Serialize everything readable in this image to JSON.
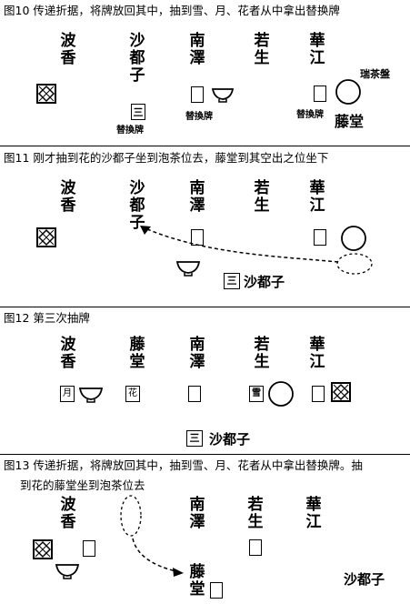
{
  "fig10": {
    "caption": "图10 传递折据，将牌放回其中，抽到雪、月、花者从中拿出替换牌",
    "seats": [
      {
        "id": "hako",
        "l1": "波",
        "l2": "香",
        "l3": ""
      },
      {
        "id": "satoko",
        "l1": "沙",
        "l2": "都",
        "l3": "子"
      },
      {
        "id": "nantaku",
        "l1": "南",
        "l2": "澤",
        "l3": ""
      },
      {
        "id": "wakao",
        "l1": "若",
        "l2": "生",
        "l3": ""
      },
      {
        "id": "kako",
        "l1": "華",
        "l2": "江",
        "l3": ""
      }
    ],
    "card_moon": "三",
    "replace1": "替換牌",
    "replace2": "替換牌",
    "replace3": "替換牌",
    "tea": "瑞茶盤",
    "toudo": "藤堂"
  },
  "fig11": {
    "caption": "图11 刚才抽到花的沙都子坐到泡茶位去，藤堂到其空出之位坐下",
    "seats": [
      {
        "id": "hako",
        "l1": "波",
        "l2": "香",
        "l3": ""
      },
      {
        "id": "satoko",
        "l1": "沙",
        "l2": "都",
        "l3": "子"
      },
      {
        "id": "nantaku",
        "l1": "南",
        "l2": "澤",
        "l3": ""
      },
      {
        "id": "wakao",
        "l1": "若",
        "l2": "生",
        "l3": ""
      },
      {
        "id": "kako",
        "l1": "華",
        "l2": "江",
        "l3": ""
      }
    ],
    "card": "三",
    "name": "沙都子"
  },
  "fig12": {
    "caption": "图12 第三次抽牌",
    "seats": [
      {
        "id": "hako",
        "l1": "波",
        "l2": "香"
      },
      {
        "id": "toudo",
        "l1": "藤",
        "l2": "堂"
      },
      {
        "id": "nantaku",
        "l1": "南",
        "l2": "澤"
      },
      {
        "id": "wakao",
        "l1": "若",
        "l2": "生"
      },
      {
        "id": "kako",
        "l1": "華",
        "l2": "江"
      }
    ],
    "card_tsuki": "月",
    "card_hana": "花",
    "card_yuki": "雪",
    "card": "三",
    "name": "沙都子"
  },
  "fig13": {
    "caption1": "图13 传递折据，将牌放回其中，抽到雪、月、花者从中拿出替换牌。抽",
    "caption2": "到花的藤堂坐到泡茶位去",
    "seats": [
      {
        "id": "hako",
        "l1": "波",
        "l2": "香"
      },
      {
        "id": "nantaku",
        "l1": "南",
        "l2": "澤"
      },
      {
        "id": "wakao",
        "l1": "若",
        "l2": "生"
      },
      {
        "id": "kako",
        "l1": "華",
        "l2": "江"
      }
    ],
    "toudo1": "藤",
    "toudo2": "堂",
    "name": "沙都子"
  }
}
